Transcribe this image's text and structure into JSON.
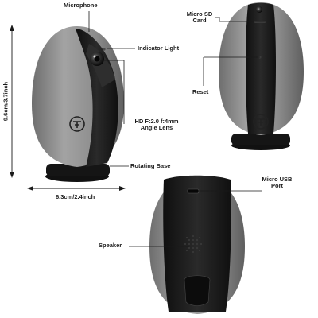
{
  "labels": {
    "microphone": "Microphone",
    "indicator_light": "Indicator Light",
    "lens_line1": "HD F:2.0 f:4mm",
    "lens_line2": "Angle Lens",
    "rotating_base": "Rotating Base",
    "microsd_line1": "Micro SD",
    "microsd_line2": "Card",
    "reset": "Reset",
    "usb_line1": "Micro USB",
    "usb_line2": "Port",
    "speaker": "Speaker"
  },
  "dimensions": {
    "height": "9.6cm/3.7inch",
    "width": "6.3cm/2.4inch"
  },
  "colors": {
    "shell_gray": "#8f8f8f",
    "face_black": "#1d1d1d",
    "base_black": "#151515",
    "background": "#ffffff"
  }
}
